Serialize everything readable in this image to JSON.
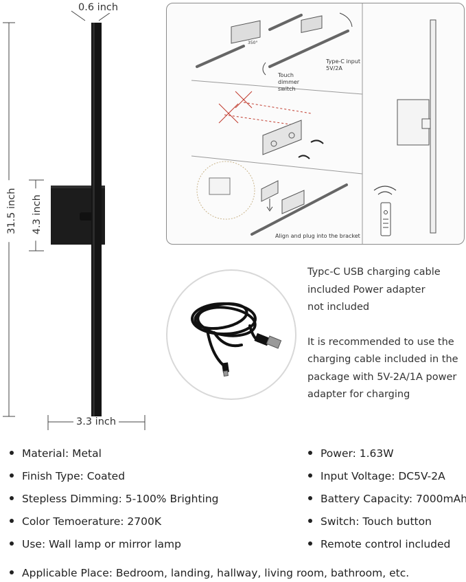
{
  "dimensions": {
    "width_top": "0.6 inch",
    "height_total": "31.5 inch",
    "height_mount": "4.3 inch",
    "width_bottom": "3.3 inch"
  },
  "diagram": {
    "touch_label": "Touch dimmer switch",
    "typec_label": "Type-C input 5V/2A",
    "angle_label": "350°",
    "bracket_caption": "Align and plug into the bracket"
  },
  "cable_note": {
    "line1": "Typc-C USB charging cable",
    "line2": "included Power adapter",
    "line3": "not included",
    "line4": "It is recommended to use the",
    "line5": "charging cable included in the",
    "line6": "package with 5V-2A/1A power",
    "line7": "adapter for charging"
  },
  "specs_left": [
    "Material: Metal",
    "Finish Type: Coated",
    "Stepless Dimming: 5-100% Brighting",
    "Color Temoerature: 2700K",
    "Use: Wall lamp or mirror lamp"
  ],
  "specs_right": [
    "Power: 1.63W",
    "Input Voltage: DC5V-2A",
    "Battery Capacity: 7000mAh",
    "Switch: Touch button",
    "Remote control included"
  ],
  "spec_bottom": "Applicable Place: Bedroom, landing, hallway, living room, bathroom, etc."
}
